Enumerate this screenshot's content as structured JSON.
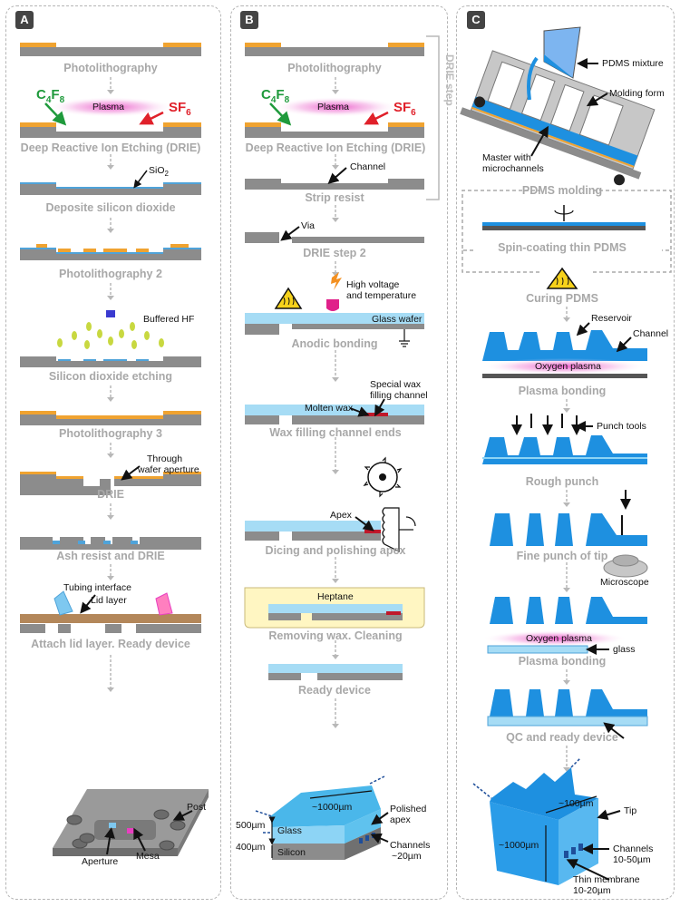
{
  "panels": {
    "a": {
      "badge": "A",
      "steps": [
        "Photolithography",
        "Deep Reactive Ion Etching (DRIE)",
        "Deposite silicon dioxide",
        "Photolithography 2",
        "Silicon dioxide etching",
        "Photolithography 3",
        "DRIE",
        "Ash resist and DRIE",
        "Attach lid layer. Ready device"
      ],
      "labels": {
        "plasma": "Plasma",
        "c4f8": "C4F8",
        "sf6": "SF6",
        "sio2": "SiO2",
        "buffered_hf": "Buffered HF",
        "through_1": "Through",
        "through_2": "wafer aperture",
        "tubing": "Tubing interface",
        "lid": "Lid layer",
        "post": "Post",
        "aperture": "Aperture",
        "mesa": "Mesa"
      }
    },
    "b": {
      "badge": "B",
      "steps": [
        "Photolithography",
        "Deep Reactive Ion Etching (DRIE)",
        "Strip resist",
        "DRIE step 2",
        "Anodic bonding",
        "Wax filling channel ends",
        "Dicing and polishing apex",
        "Removing wax. Cleaning",
        "Ready device"
      ],
      "drie_bracket": "DRIE step",
      "labels": {
        "plasma": "Plasma",
        "c4f8": "C4F8",
        "sf6": "SF6",
        "channel": "Channel",
        "via": "Via",
        "hv1": "High voltage",
        "hv2": "and temperature",
        "glass_wafer": "Glass wafer",
        "molten_wax": "Molten wax",
        "special1": "Special wax",
        "special2": "filling channel",
        "apex": "Apex",
        "heptane": "Heptane",
        "dim1000": "~1000µm",
        "polished1": "Polished",
        "polished2": "apex",
        "dim500": "500µm",
        "glass": "Glass",
        "dim400": "400µm",
        "silicon": "Silicon",
        "channels1": "Channels",
        "channels2": "~20µm"
      }
    },
    "c": {
      "badge": "C",
      "steps": [
        "PDMS molding",
        "Spin-coating thin PDMS",
        "Curing PDMS",
        "Plasma bonding",
        "Rough punch",
        "Fine punch of tip",
        "Plasma bonding",
        "QC and ready device"
      ],
      "labels": {
        "pdms_mixture": "PDMS mixture",
        "molding_form": "Molding form",
        "master1": "Master with",
        "master2": "microchannels",
        "reservoir": "Reservoir",
        "channel": "Channel",
        "oxygen_plasma": "Oxygen plasma",
        "punch_tools": "Punch tools",
        "microscope": "Microscope",
        "oxygen_plasma2": "Oxygen plasma",
        "glass": "glass",
        "dim100": "~100µm",
        "tip": "Tip",
        "dim1000": "~1000µm",
        "channels1": "Channels",
        "channels2": "10-50µm",
        "membrane1": "Thin membrane",
        "membrane2": "10-20µm"
      }
    }
  },
  "colors": {
    "silicon": "#8c8c8c",
    "resist": "#f0a330",
    "oxide": "#4fa3d9",
    "glass": "#a6dcf5",
    "pdms": "#1e90e0",
    "plasma": "#e83fc0",
    "wax": "#c0182a",
    "lid": "#b3875a",
    "step_text": "#a8a8a8",
    "green": "#1f9a3c",
    "red": "#e0202a"
  },
  "icons": [
    "arrow-down-icon",
    "warning-heat-icon",
    "saw-blade-icon",
    "rotation-icon"
  ]
}
